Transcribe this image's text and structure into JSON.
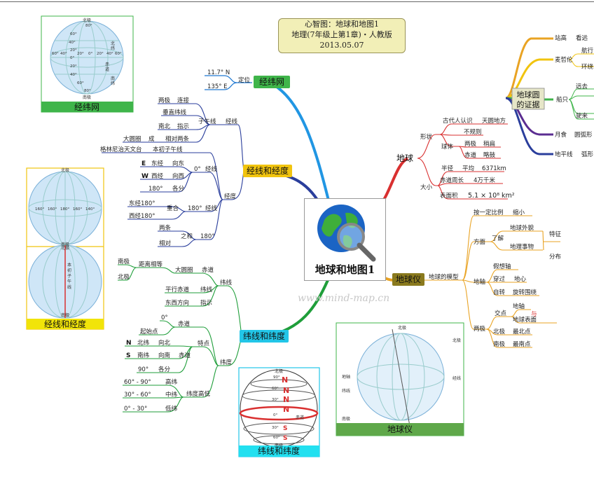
{
  "title": {
    "line1": "心智图：地球和地图1",
    "line2": "地理(7年级上第1章)・人教版",
    "line3": "2013.05.07"
  },
  "center_label": "地球和地图1",
  "watermark": "www.mind-map.cn",
  "pictures": {
    "jingwei": "经纬网",
    "jingxian_weidu": "经线和经度",
    "weixian_weidu": "纬线和纬度",
    "diqiuyi": "地球仪"
  },
  "pic_jingwei": {
    "n": "北极",
    "s": "南极",
    "nums": [
      "80°",
      "60°",
      "40°",
      "20°",
      "0°",
      "20°",
      "40°",
      "60°",
      "80°"
    ],
    "lons": [
      "60°",
      "40°",
      "20°",
      "0°",
      "20°",
      "40°",
      "60°"
    ],
    "marks": [
      "北",
      "纬",
      "赤",
      "道",
      "南",
      "纬"
    ]
  },
  "pic_jx": {
    "n": "北极",
    "s": "南极",
    "lons": [
      "160°",
      "160°",
      "180°",
      "160°",
      "140°"
    ],
    "n2": "北极",
    "s2": "南极",
    "marks2": [
      "本",
      "初",
      "子",
      "午",
      "线"
    ]
  },
  "pic_wx": {
    "n": "北极",
    "s": "南极",
    "big": [
      "N",
      "N",
      "N",
      "N"
    ],
    "small": [
      "S",
      "S"
    ],
    "eq": "赤道",
    "nums": [
      "90°",
      "60°",
      "30°",
      "0°",
      "30°",
      "60°"
    ]
  },
  "pic_dqy": {
    "n": "北极",
    "s": "南极",
    "left1": "地轴",
    "left2": "纬线",
    "right1": "北极",
    "right2": "经线"
  },
  "jwwang": {
    "label": "经纬网",
    "dingwei": "定位",
    "coord1": "11.7° N",
    "coord2": "135° E"
  },
  "jxjd": {
    "label": "经线和经度",
    "zwx": "子午线",
    "jx": "经线",
    "items1": [
      "两极",
      "连接",
      "垂直纬线",
      "南北",
      "指示",
      "大圆圈",
      "成",
      "相对两条"
    ],
    "jd": "经度",
    "bcz": "格林尼治天文台",
    "bcz2": "本初子午线",
    "e": "E",
    "w": "W",
    "dj": "东经",
    "xj": "西经",
    "xd": "向东",
    "xx": "向西",
    "d0": "0°",
    "jx2": "经线",
    "d180": "180°",
    "gf": "各分",
    "dj180": "东经180°",
    "xj180": "西经180°",
    "ch": "重合",
    "jx3": "经线",
    "d180b": "180°",
    "lt": "两条",
    "xd2": "相对",
    "zh": "之和",
    "d180c": "180°"
  },
  "wxwd": {
    "label": "纬线和纬度",
    "wx": "纬线",
    "nj": "南极",
    "bj": "北极",
    "jlxd": "距离相等",
    "dyq": "大圆圈",
    "cd": "赤道",
    "pxcd": "平行赤道",
    "wx2": "纬线",
    "dxfx": "东西方向",
    "zs": "指示",
    "wd": "纬度",
    "d0": "0°",
    "qsd": "起始点",
    "cd2": "赤道",
    "td": "特点",
    "n": "N",
    "bw": "北纬",
    "xb": "向北",
    "s": "S",
    "nw": "南纬",
    "xn": "向南",
    "cd3": "赤道",
    "d90": "90°",
    "gf": "各分",
    "r1": "60° - 90°",
    "gw": "高纬",
    "r2": "30° - 60°",
    "zw": "中纬",
    "wdgd": "纬度高低",
    "r3": "0° - 30°",
    "dw": "低纬"
  },
  "diqiu": {
    "label": "地球",
    "xz": "形状",
    "gdrs": "古代人认识",
    "ty": "天圆地方",
    "bgz": "不规则",
    "qt": "球体",
    "lj": "两极",
    "sb": "稍扁",
    "cd": "赤道",
    "lg": "略鼓",
    "dx": "大小",
    "bj": "半径",
    "pj": "平均",
    "v6371": "6371km",
    "cdzc": "赤道周长",
    "v4w": "4万千米",
    "bmj": "表面积",
    "vmj": "5.1 × 10⁸ km²"
  },
  "zhengju": {
    "label1": "地球圆",
    "label2": "的证据",
    "dg": "站高",
    "kw": "看远",
    "mzl": "麦哲伦",
    "hx": "航行",
    "hr": "环绕",
    "cz": "船只",
    "yq": "远去",
    "pl": "驶来",
    "ys": "月食",
    "yh": "圆弧形",
    "dpx": "地平线",
    "hx2": "弧形"
  },
  "diqiuyi": {
    "label": "地球仪",
    "mx": "地球的模型",
    "sx": "缩小",
    "ayd": "按一定比例",
    "fm": "方面",
    "lj": "了解",
    "dqwm": "地球外貌",
    "dlsw": "地理事物",
    "tz": "特征",
    "fb": "分布",
    "dz": "地轴",
    "jxz": "假想轴",
    "cg": "穿过",
    "dx": "地心",
    "zz": "自转",
    "xzwr": "旋转围绕",
    "lj2": "两极",
    "jd": "交点",
    "dz2": "地轴",
    "y": "与",
    "dqbm": "地球表面",
    "bj": "北极",
    "zbd": "最北点",
    "nj": "南极",
    "znd": "最南点"
  },
  "colors": {
    "green": "#3fb54a",
    "gold": "#f1c40f",
    "cyan": "#22c6e8",
    "red": "#d93030",
    "orange": "#e9a323",
    "purple": "#5b2d91",
    "blue": "#1f78d1",
    "navy": "#2a3e9c"
  }
}
